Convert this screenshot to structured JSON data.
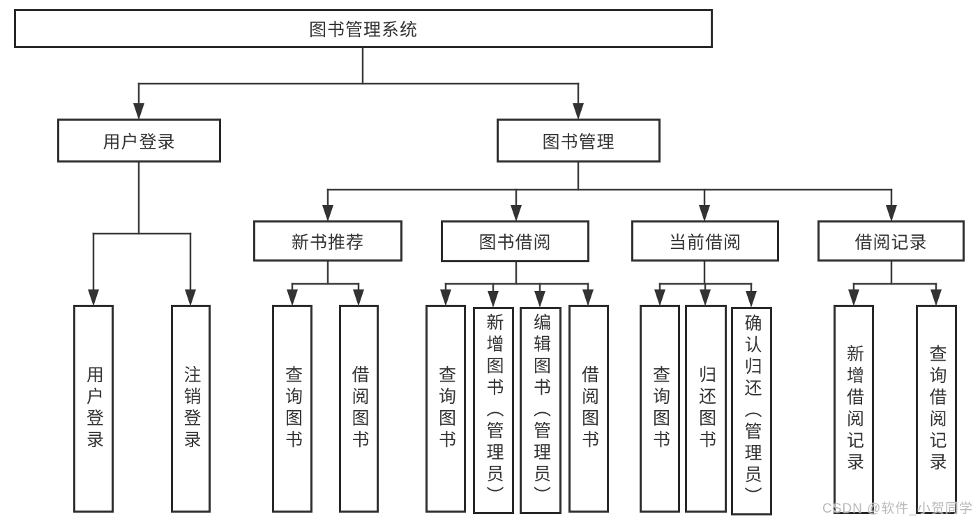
{
  "nodes": {
    "root": "图书管理系统",
    "user_login": "用户登录",
    "book_management": "图书管理",
    "new_book_recommend": "新书推荐",
    "book_borrowing": "图书借阅",
    "current_borrowing": "当前借阅",
    "borrowing_records": "借阅记录",
    "leaf_user_login": "用户登录",
    "leaf_logout": "注销登录",
    "nb_query_books": "查询图书",
    "nb_borrow_books": "借阅图书",
    "bb_query_books": "查询图书",
    "bb_add_books": "新增图书（管理员）",
    "bb_edit_books": "编辑图书（管理员）",
    "bb_borrow_books": "借阅图书",
    "cb_query_books": "查询图书",
    "cb_return_books": "归还图书",
    "cb_confirm_return": "确认归还（管理员）",
    "br_add_record": "新增借阅记录",
    "br_query_record": "查询借阅记录"
  },
  "watermark": "CSDN @软件_小贺同学",
  "colors": {
    "line": "#3b3b3b",
    "box_border": "#2e2e2e",
    "text": "#333333",
    "watermark": "#b9b9b9"
  }
}
